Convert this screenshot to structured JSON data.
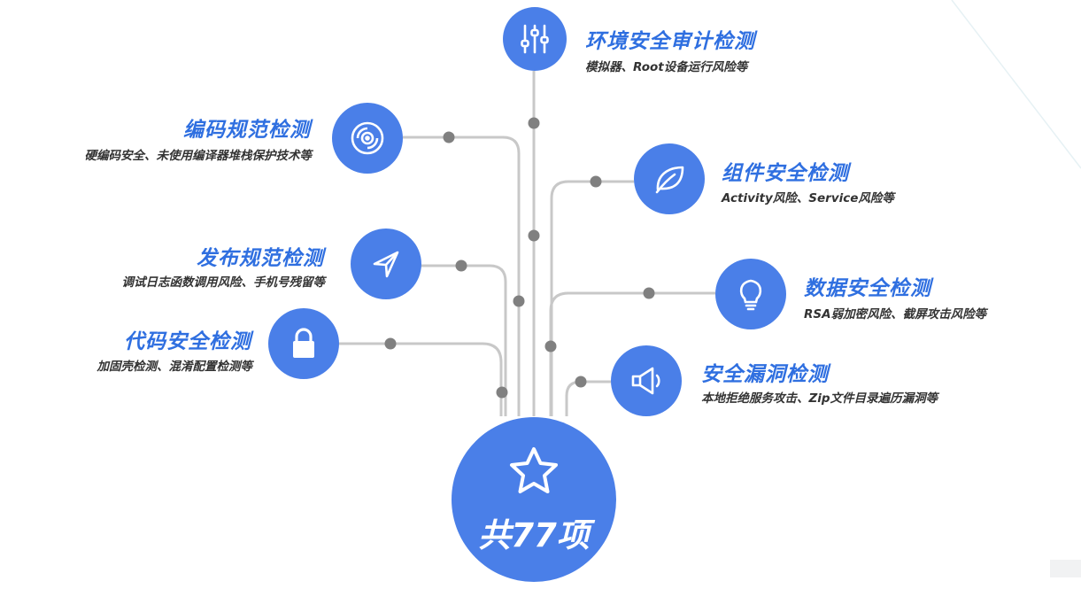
{
  "hub": {
    "label": "共77项",
    "icon": "star-icon"
  },
  "nodes": [
    {
      "id": "env",
      "title": "环境安全审计检测",
      "desc": "模拟器、Root设备运行风险等",
      "icon": "sliders-icon"
    },
    {
      "id": "code",
      "title": "编码规范检测",
      "desc": "硬编码安全、未使用编译器堆栈保护技术等",
      "icon": "disc-icon"
    },
    {
      "id": "comp",
      "title": "组件安全检测",
      "desc": "Activity风险、Service风险等",
      "icon": "leaf-icon"
    },
    {
      "id": "pub",
      "title": "发布规范检测",
      "desc": "调试日志函数调用风险、手机号残留等",
      "icon": "send-icon"
    },
    {
      "id": "data",
      "title": "数据安全检测",
      "desc": "RSA弱加密风险、截屏攻击风险等",
      "icon": "lightbulb-icon"
    },
    {
      "id": "src",
      "title": "代码安全检测",
      "desc": "加固壳检测、混淆配置检测等",
      "icon": "lock-icon"
    },
    {
      "id": "vuln",
      "title": "安全漏洞检测",
      "desc": "本地拒绝服务攻击、Zip文件目录遍历漏洞等",
      "icon": "megaphone-icon"
    }
  ],
  "colors": {
    "accent": "#4a7fe8",
    "title": "#2f6fe0",
    "line": "#c8c8c8",
    "dot": "#808080"
  }
}
